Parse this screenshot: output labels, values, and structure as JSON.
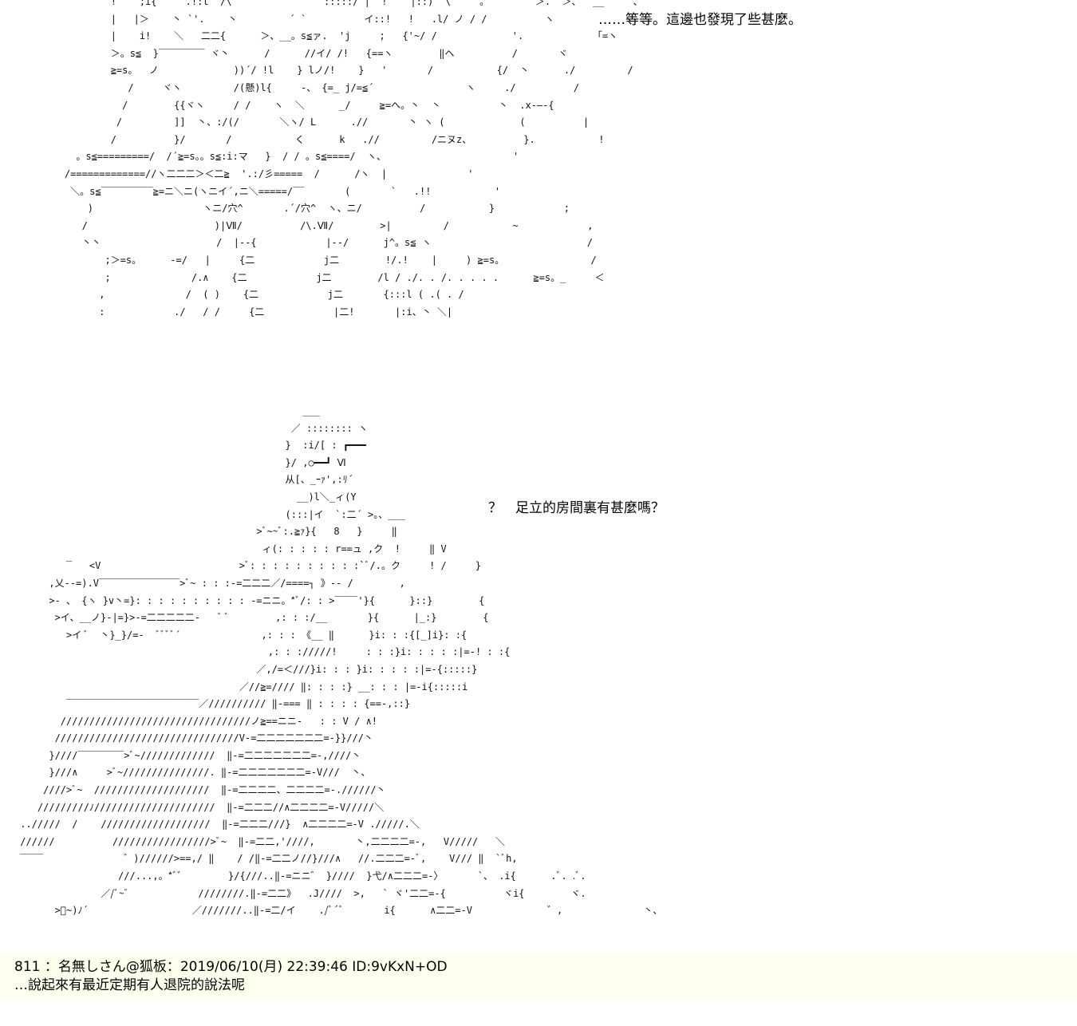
{
  "art": {
    "top": "            !    ;i{     .!:l  /\\                :::::/ |  !    |::)  \\     。        ＞.  ＞、  __     、\n            |   |＞    丶 `'.    丶         ´ `          イ::!   !   .l/ ノ / /          ヽ            ヽ\n            |    i!    ＼   二二{      ＞、__。s≦ァ.  'j     ;   {'~/ /             '.            「=ヽ\n            ＞。s≦  }‾‾‾‾‾‾‾‾ ヾ丶      /      //イ/ /!   {==ヽ        ‖ヘ          /       ヾ\n            ≧=s。  ノ             ))´/ !l    } lノ/!    }   '       /           {/  丶      ./         /\n               /     ヾヽ         /(懸)l{     -、 {=_ j/=≦´                ヽ     ./          /\n              /        {{ヾヽ     / /    ヽ  ＼      _/     ≧=へ。丶  丶          丶  .x‐―‐{\n             /         ]]  丶、:/(/       ＼ヽ/ L      .//       丶 ヽ (             (          |\n            /          }/       /           く      k   .//         /ニヌz、         }.           !\n      。s≦=========/  /´≧=s。。s≦:i:マ   }  / / 。s≦====/  ヽ、                      '\n    /=============//ヽ二二二＞＜二≧  '.:/彡=====  /      /ヽ  |              '\n     ＼。s≦‾‾‾‾‾‾‾‾‾≧=ニ＼ニ(ヽニイ´,ニ＼=====/‾‾       (       `   .!!           '\n        )                   ヽニ/穴^       .´/穴^  ヽ、ニ/          /           }            ;\n       /                      )|Ⅶ/          /\\.Ⅶ/        >|         /           ~            ,\n       丶丶                    /  |‐-{            |‐-/      j^。s≦ ヽ                           /\n           ;＞=s。     -=/   |     {二            j二        !/.!    |     ) ≧=s。               /\n           ;              /.∧    {二            j二        /l / ./. . /. . . . .      ≧=s。_     ＜\n          ,              /  ( )    {二            j二       {:::l ( .( . /\n          :            ./   / /     {二            |二!       |:i、丶 ＼|",
    "bottom": "                                                  ___\n                                                ／ :::::::: ヽ\n                                               }  :i/[ : ┏━━━\n                                               }/ ,○━━┛ Ⅵ\n                                               从[、_ｰｧ',:ﾘ´\n                                                 __)l＼_ィ(Y\n                                               (:::|イ  `:二´ >。、___\n                                          >ﾞ~~ﾞ:.≧ｧ}{   8   }     ‖\n                                           ィ(: : : : : r==ュ ,ク  !     ‖ V\n         ‾   <V                        >ﾞ: : : : : : : : : :`ﾞ/.。ク     ! /     }\n      ,乂--=).V‾‾‾‾‾‾‾‾‾‾‾‾‾‾>ﾞ~ : : :-=二二二／/====┐ 》-- /        ,\n      >- 、 {ヽ }v丶=}: : : : : : : : : : -=ニニ。*ﾞ/: : >‾‾‾‾'}{      }::}        {\n       >イ、__ノ}-|=}>-=二二二二二-   ﾞ ﾞ        ,: : :/__       }{      |_:}        {\n         >イ ﾞ  丶}_}/=-  ﾞﾞﾞﾞ´              ,: : : 《__ ‖      }i: : :{[_]i}: :{\n                                            ,: : ://///!     : : :}i: : : : :|=-! : :{\n                                          ／,/=＜///}i: : : }i: : : : :|=-{:::::}\n                                       ／//≧=//// ‖: : : :} __: : : |=-i{:::::i\n         ‾‾‾‾‾‾‾‾‾‾‾‾‾‾‾‾‾‾‾‾‾‾‾／////////// ‖-=== ‖ : : : : {==-,::}\n        /////////////////////////////////ノ≧==ニニ-   : : V / ∧!\n       ////////////////////////////////V-=二二二二二二二=-}}///丶\n      }////‾‾‾‾‾‾‾‾>ﾞ~/////////////  ‖-=二二二二二二二=-,////丶\n      }///∧     >ﾞ~///////////////. ‖-=二二二二二二二=-V///  丶、\n     ////>ﾞ~  ////////////////////  ‖-=二二二二、二二二二=-.//////丶\n    /////////ﾉ/////////////////////  ‖-=二二二//∧二二二二=-V/////＼\n ../////  /    ///////////////////  ‖-=二二二///}  ∧二二二二=-V ./////.＼\n //////          /////////////////>ﾞ~  ‖-=二二,'////,       丶,二二二二=-,   V/////   ＼\n ‾‾‾‾              ゛)//////>==,/ ‖    / /‖-=二二ノ//}///∧   //.二二二=-ﾞ,    V/// ‖  `ﾞh,\n                  ///...,。*ﾞﾞ        }/{///..‖-=ニニ゛ }////  }弋/∧二二二=-〉      `、 .i{      .ﾞ. .ﾞ.\n               ／/ﾞ~ﾞ            ////////.‖-=二二》  .J////  >,   ` ヾ'二二=-{          ヾi{        ヾ.\n       >ﾞ~)ﾉ´                  ／///////..‖-=二/イ    ./ﾞ´ﾞ       i{      ∧二二=-V             ゛,              丶、"
  },
  "dialogue": {
    "line1": "……等等。這邊也發現了些甚麼。",
    "line2": "？　足立的房間裏有甚麼嗎？"
  },
  "post": {
    "header": "811 ：名無しさん@狐板：2019/06/10(月) 22:39:46 ID:9vKxN+OD",
    "body": "…說起來有最近定期有人退院的說法呢"
  },
  "colors": {
    "background": "#ffffff",
    "post_footer_background": "#ffffee"
  }
}
